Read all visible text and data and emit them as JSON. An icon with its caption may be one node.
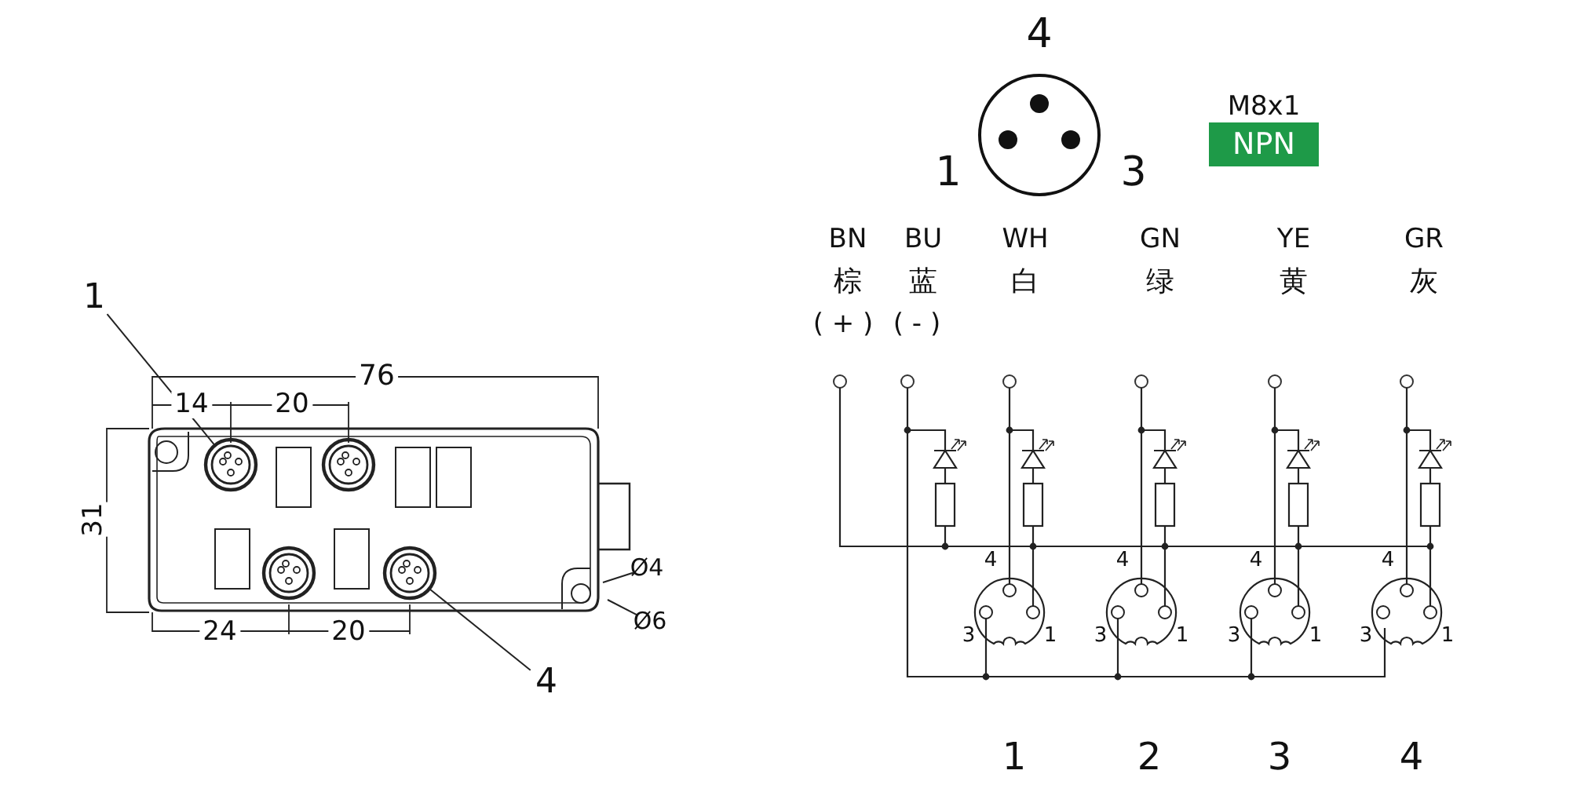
{
  "diagram": {
    "nodes": [
      {
        "text": [
          "1"
        ]
      },
      {
        "text": [],
        "shape": "circle"
      },
      {
        "text": [
          "4"
        ]
      },
      {
        "text": [],
        "shape": "circle"
      },
      {
        "text": [
          "NPN"
        ],
        "beside": [
          "M8x1"
        ]
      },
      {
        "text": [
          "Ø4"
        ]
      },
      {
        "text": [
          "Ø6"
        ]
      }
    ],
    "edges": [
      {
        "from": 0,
        "to": 1,
        "arrow": "none"
      },
      {
        "from": 2,
        "to": 3,
        "arrow": "none"
      },
      {
        "from": 5,
        "to": null,
        "arrow": "none"
      },
      {
        "from": 6,
        "to": null,
        "arrow": "none"
      }
    ],
    "labels": [
      "76",
      "14",
      "20",
      "31",
      "24",
      "20",
      "4",
      "1",
      "3",
      "BN",
      "BU",
      "WH",
      "GN",
      "YE",
      "GR",
      "棕",
      "蓝",
      "白",
      "绿",
      "黄",
      "灰",
      "( + )",
      "( - )",
      "4",
      "3",
      "1",
      "4",
      "3",
      "1",
      "4",
      "3",
      "1",
      "4",
      "3",
      "1",
      "1",
      "2",
      "3",
      "4"
    ]
  }
}
